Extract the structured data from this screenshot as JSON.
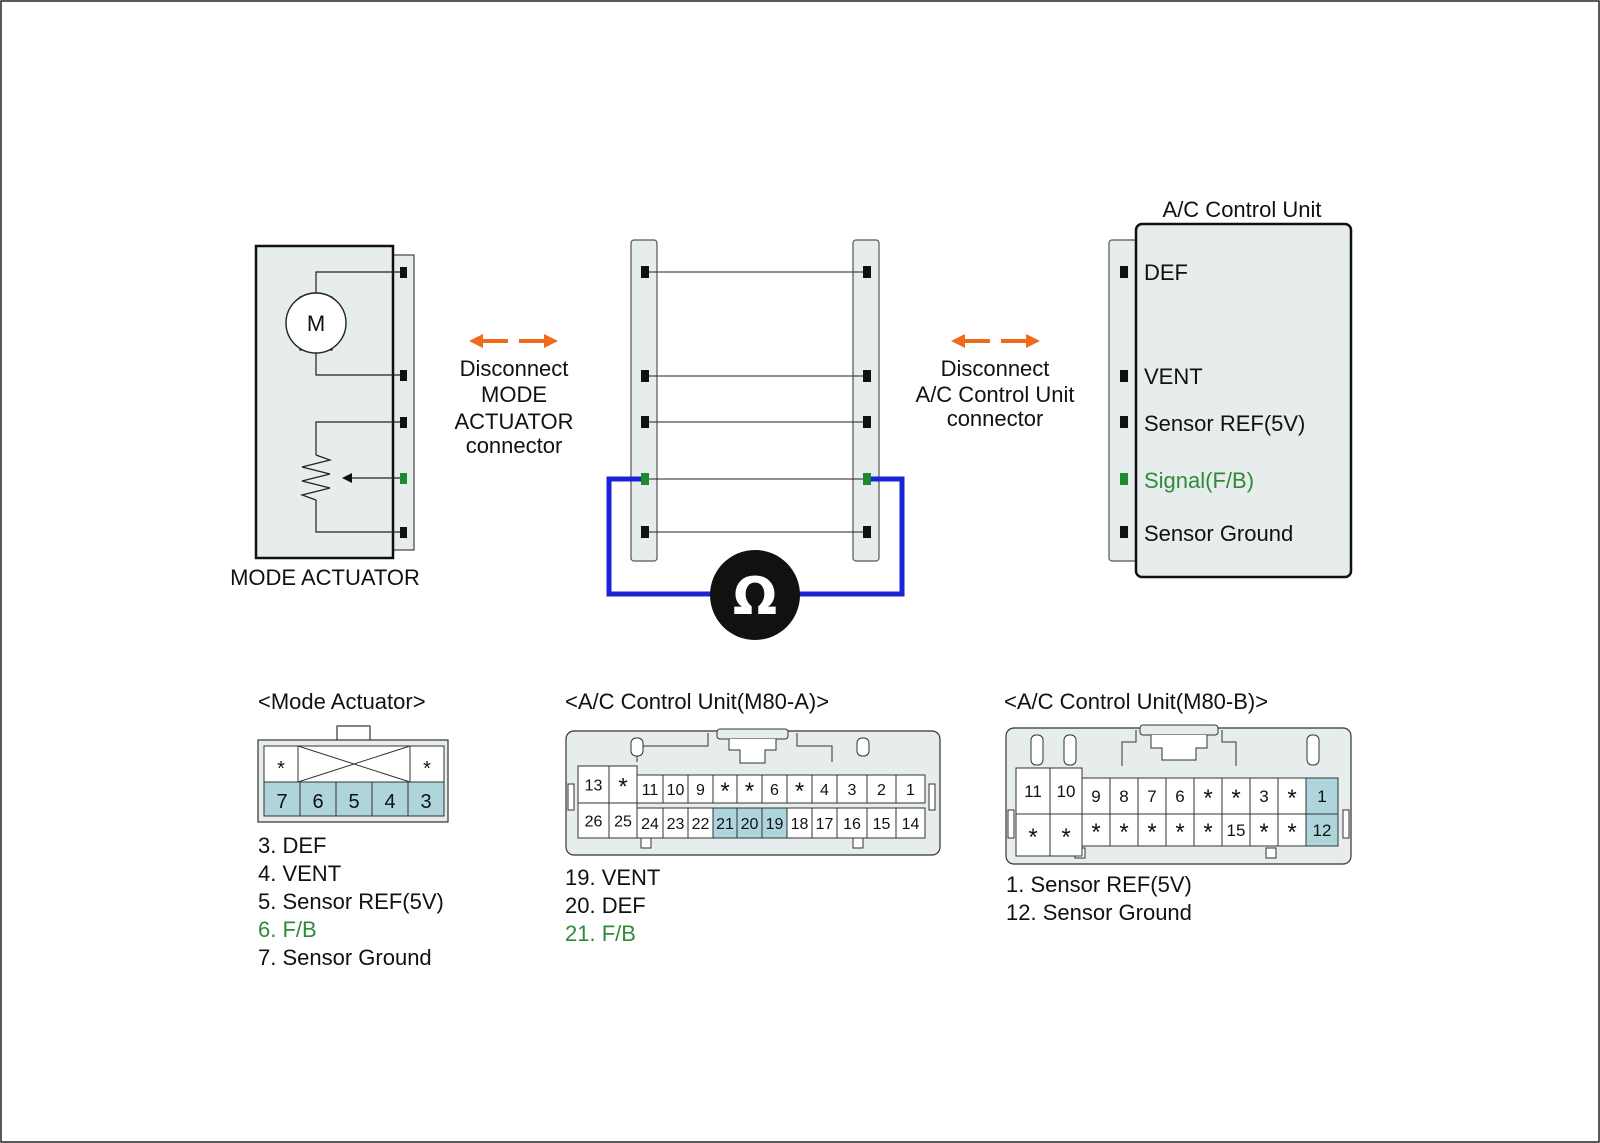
{
  "mode_actuator": {
    "title": "MODE ACTUATOR",
    "motor_symbol": "M"
  },
  "disconnect_left": [
    "Disconnect",
    "MODE",
    "ACTUATOR",
    "connector"
  ],
  "disconnect_right": [
    "Disconnect",
    "A/C Control Unit",
    "connector"
  ],
  "meter_symbol": "Ω",
  "ac_control_unit": {
    "title": "A/C Control Unit",
    "terminals": [
      "DEF",
      "VENT",
      "Sensor REF(5V)",
      "Signal(F/B)",
      "Sensor Ground"
    ]
  },
  "colors": {
    "arrow": "#ef6a1a",
    "meter_lead": "#1a23d6",
    "highlight_pin": "#aed4dc",
    "signal_text": "#2e8b3a",
    "signal_pin": "#1e8a2e"
  },
  "connectors": {
    "mode_actuator": {
      "title": "<Mode Actuator>",
      "top_row": [
        "*",
        "",
        "",
        "",
        "*"
      ],
      "bottom_row": [
        "7",
        "6",
        "5",
        "4",
        "3"
      ],
      "legend": [
        "3. DEF",
        "4. VENT",
        "5. Sensor REF(5V)",
        "6. F/B",
        "7. Sensor Ground"
      ]
    },
    "m80a": {
      "title": "<A/C Control Unit(M80-A)>",
      "top_row": [
        "13",
        "*",
        "11",
        "10",
        "9",
        "*",
        "*",
        "6",
        "*",
        "4",
        "3",
        "2",
        "1"
      ],
      "bottom_row": [
        "26",
        "25",
        "24",
        "23",
        "22",
        "21",
        "20",
        "19",
        "18",
        "17",
        "16",
        "15",
        "14"
      ],
      "legend": [
        "19. VENT",
        "20. DEF",
        "21. F/B"
      ]
    },
    "m80b": {
      "title": "<A/C Control Unit(M80-B)>",
      "top_row": [
        "11",
        "10",
        "9",
        "8",
        "7",
        "6",
        "*",
        "*",
        "3",
        "*",
        "1"
      ],
      "bottom_row": [
        "*",
        "*",
        "*",
        "*",
        "*",
        "*",
        "*",
        "15",
        "*",
        "*",
        "12"
      ],
      "legend": [
        "1. Sensor REF(5V)",
        "12. Sensor Ground"
      ]
    }
  }
}
